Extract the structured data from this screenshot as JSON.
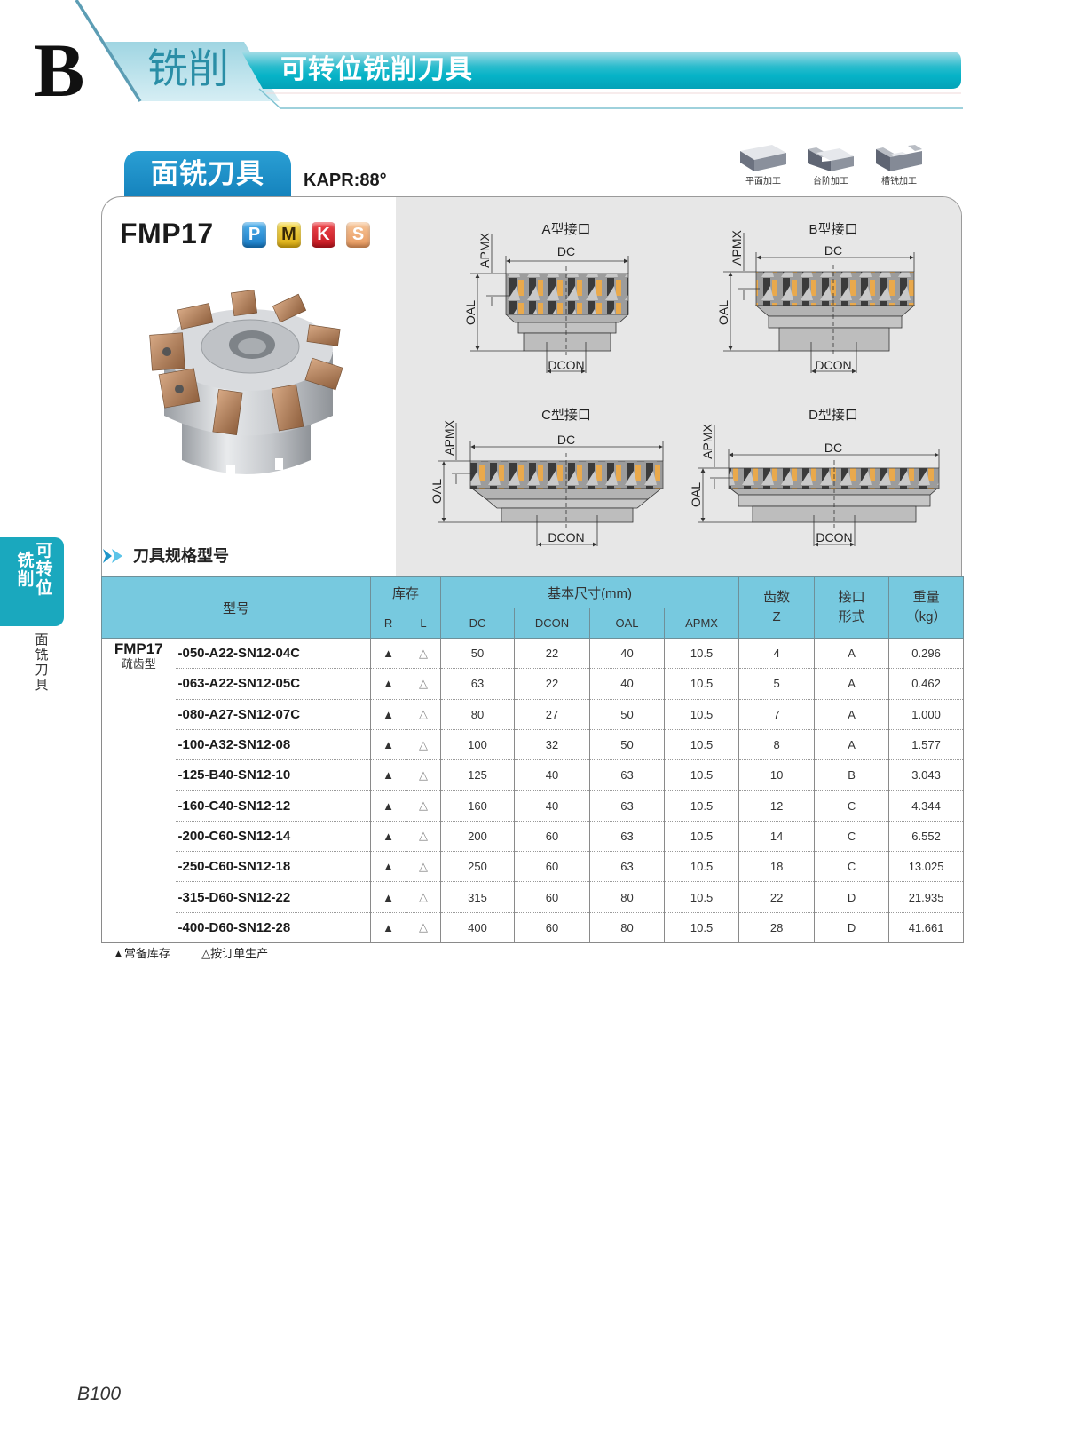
{
  "header": {
    "chapter_letter": "B",
    "chapter_title": "铣削",
    "section_title": "可转位铣削刀具"
  },
  "category": {
    "tab_label": "面铣刀具",
    "kapr": "KAPR:88°"
  },
  "machining_types": [
    {
      "label": "平面加工",
      "icon": "face-milling-icon"
    },
    {
      "label": "台阶加工",
      "icon": "shoulder-milling-icon"
    },
    {
      "label": "槽铣加工",
      "icon": "slot-milling-icon"
    }
  ],
  "product": {
    "name": "FMP17",
    "materials": [
      {
        "code": "P",
        "color": "#1f86cf"
      },
      {
        "code": "M",
        "color": "#e9c21c"
      },
      {
        "code": "K",
        "color": "#d8242c"
      },
      {
        "code": "S",
        "color": "#f0ab72"
      }
    ]
  },
  "diagrams": [
    {
      "title": "A型接口",
      "dc": "DC",
      "dcon": "DCON",
      "oal": "OAL",
      "apmx": "APMX"
    },
    {
      "title": "B型接口",
      "dc": "DC",
      "dcon": "DCON",
      "oal": "OAL",
      "apmx": "APMX"
    },
    {
      "title": "C型接口",
      "dc": "DC",
      "dcon": "DCON",
      "oal": "OAL",
      "apmx": "APMX"
    },
    {
      "title": "D型接口",
      "dc": "DC",
      "dcon": "DCON",
      "oal": "OAL",
      "apmx": "APMX"
    }
  ],
  "spec_heading": "刀具规格型号",
  "table": {
    "headers": {
      "model": "型号",
      "stock": "库存",
      "stock_r": "R",
      "stock_l": "L",
      "dims": "基本尺寸(mm)",
      "dc": "DC",
      "dcon": "DCON",
      "oal": "OAL",
      "apmx": "APMX",
      "teeth_1": "齿数",
      "teeth_2": "Z",
      "interface_1": "接口",
      "interface_2": "形式",
      "weight_1": "重量",
      "weight_2": "（kg）"
    },
    "series": "FMP17",
    "series_sub": "疏齿型",
    "rows": [
      {
        "model": "-050-A22-SN12-04C",
        "r": "▲",
        "l": "△",
        "dc": "50",
        "dcon": "22",
        "oal": "40",
        "apmx": "10.5",
        "z": "4",
        "interface": "A",
        "weight": "0.296"
      },
      {
        "model": "-063-A22-SN12-05C",
        "r": "▲",
        "l": "△",
        "dc": "63",
        "dcon": "22",
        "oal": "40",
        "apmx": "10.5",
        "z": "5",
        "interface": "A",
        "weight": "0.462"
      },
      {
        "model": "-080-A27-SN12-07C",
        "r": "▲",
        "l": "△",
        "dc": "80",
        "dcon": "27",
        "oal": "50",
        "apmx": "10.5",
        "z": "7",
        "interface": "A",
        "weight": "1.000"
      },
      {
        "model": "-100-A32-SN12-08",
        "r": "▲",
        "l": "△",
        "dc": "100",
        "dcon": "32",
        "oal": "50",
        "apmx": "10.5",
        "z": "8",
        "interface": "A",
        "weight": "1.577"
      },
      {
        "model": "-125-B40-SN12-10",
        "r": "▲",
        "l": "△",
        "dc": "125",
        "dcon": "40",
        "oal": "63",
        "apmx": "10.5",
        "z": "10",
        "interface": "B",
        "weight": "3.043"
      },
      {
        "model": "-160-C40-SN12-12",
        "r": "▲",
        "l": "△",
        "dc": "160",
        "dcon": "40",
        "oal": "63",
        "apmx": "10.5",
        "z": "12",
        "interface": "C",
        "weight": "4.344"
      },
      {
        "model": "-200-C60-SN12-14",
        "r": "▲",
        "l": "△",
        "dc": "200",
        "dcon": "60",
        "oal": "63",
        "apmx": "10.5",
        "z": "14",
        "interface": "C",
        "weight": "6.552"
      },
      {
        "model": "-250-C60-SN12-18",
        "r": "▲",
        "l": "△",
        "dc": "250",
        "dcon": "60",
        "oal": "63",
        "apmx": "10.5",
        "z": "18",
        "interface": "C",
        "weight": "13.025"
      },
      {
        "model": "-315-D60-SN12-22",
        "r": "▲",
        "l": "△",
        "dc": "315",
        "dcon": "60",
        "oal": "80",
        "apmx": "10.5",
        "z": "22",
        "interface": "D",
        "weight": "21.935"
      },
      {
        "model": "-400-D60-SN12-28",
        "r": "▲",
        "l": "△",
        "dc": "400",
        "dcon": "60",
        "oal": "80",
        "apmx": "10.5",
        "z": "28",
        "interface": "D",
        "weight": "41.661"
      }
    ]
  },
  "legend": {
    "stock": "▲常备库存",
    "order": "△按订单生产"
  },
  "side_tab": {
    "col_left": "铣削",
    "col_right": "可转位",
    "sub": "面铣刀具"
  },
  "page_number": "B100",
  "colors": {
    "teal": "#06b2c6",
    "table_header": "#77c9df",
    "category_tab": "#1a8fc7",
    "side_tab": "#1aa8be"
  }
}
